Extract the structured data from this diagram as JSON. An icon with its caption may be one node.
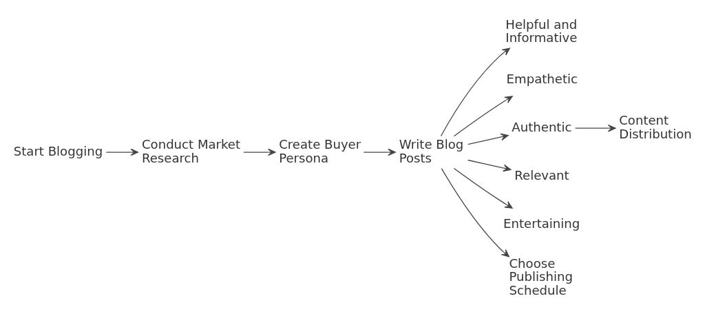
{
  "diagram": {
    "nodes": [
      {
        "text": [
          "Start Blogging"
        ]
      },
      {
        "text": [
          "Conduct Market Research"
        ]
      },
      {
        "text": [
          "Create Buyer Persona"
        ]
      },
      {
        "text": [
          "Write Blog Posts"
        ]
      },
      {
        "text": [
          "Helpful and Informative"
        ]
      },
      {
        "text": [
          "Empathetic"
        ]
      },
      {
        "text": [
          "Authentic"
        ]
      },
      {
        "text": [
          "Relevant"
        ]
      },
      {
        "text": [
          "Entertaining"
        ]
      },
      {
        "text": [
          "Choose Publishing Schedule"
        ]
      },
      {
        "text": [
          "Content Distribution"
        ]
      }
    ],
    "edges": [
      {
        "from": 0,
        "to": 1,
        "arrow": "to"
      },
      {
        "from": 1,
        "to": 2,
        "arrow": "to"
      },
      {
        "from": 2,
        "to": 3,
        "arrow": "to"
      },
      {
        "from": 3,
        "to": 4,
        "arrow": "to"
      },
      {
        "from": 3,
        "to": 5,
        "arrow": "to"
      },
      {
        "from": 3,
        "to": 6,
        "arrow": "to"
      },
      {
        "from": 3,
        "to": 7,
        "arrow": "to"
      },
      {
        "from": 3,
        "to": 8,
        "arrow": "to"
      },
      {
        "from": 3,
        "to": 9,
        "arrow": "to"
      },
      {
        "from": 6,
        "to": 10,
        "arrow": "to"
      }
    ]
  }
}
